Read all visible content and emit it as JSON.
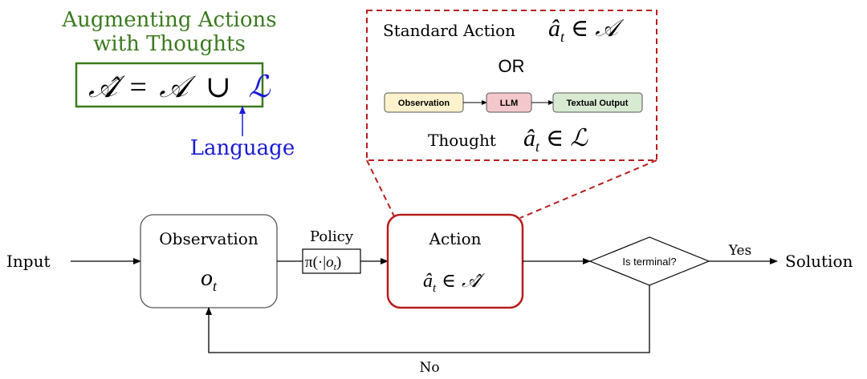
{
  "colors": {
    "thought_green": "#3b7a1f",
    "language_blue": "#1a1ad6",
    "action_red": "#b81c1c",
    "observation_fill": "#fff2cc",
    "llm_fill": "#f4c7cd",
    "textual_fill": "#d9ead3"
  },
  "augment": {
    "title_line1": "Augmenting Actions",
    "title_line2": "with Thoughts",
    "A_hat": "𝒜̂",
    "equals": "=",
    "A": "𝒜",
    "union": "∪",
    "L": "ℒ",
    "language_label": "Language"
  },
  "expansion": {
    "standard_label": "Standard Action",
    "standard_math_var": "â",
    "standard_math_sub": "t",
    "standard_math_rel": "∈",
    "standard_math_set": "𝒜",
    "or_label": "OR",
    "box_observation": "Observation",
    "box_llm": "LLM",
    "box_textual": "Textual Output",
    "thought_label": "Thought",
    "thought_math_var": "â",
    "thought_math_sub": "t",
    "thought_math_rel": "∈",
    "thought_math_set": "ℒ"
  },
  "flow": {
    "input": "Input",
    "observation_title": "Observation",
    "observation_var": "o",
    "observation_sub": "t",
    "policy_label": "Policy",
    "policy_pi": "π(·|",
    "policy_o": "o",
    "policy_sub": "t",
    "policy_close": ")",
    "action_title": "Action",
    "action_var": "â",
    "action_sub": "t",
    "action_rel": "∈",
    "action_set": "𝒜̂",
    "decision": "Is terminal?",
    "yes": "Yes",
    "no": "No",
    "solution": "Solution"
  }
}
